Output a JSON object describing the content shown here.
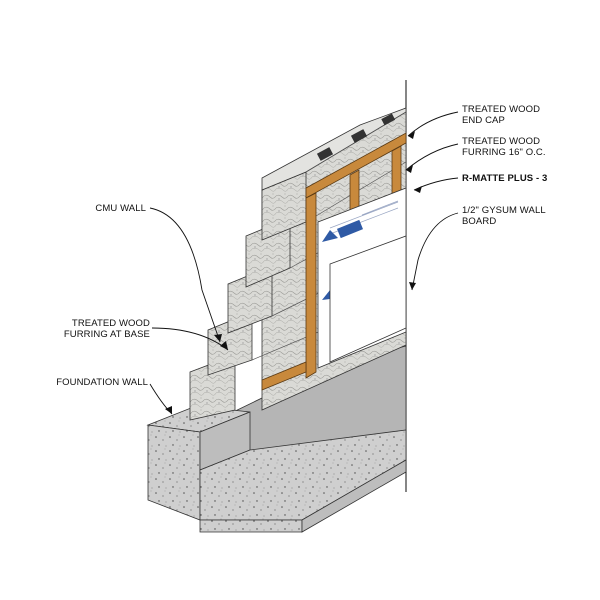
{
  "labels": {
    "treated_wood_end_cap": [
      "TREATED WOOD",
      "END CAP"
    ],
    "treated_wood_furring_oc": [
      "TREATED WOOD",
      "FURRING 16\" O.C."
    ],
    "r_matte_plus": "R-MATTE PLUS - 3",
    "gypsum_board": [
      "1/2\" GYSUM WALL",
      "BOARD"
    ],
    "cmu_wall": "CMU WALL",
    "treated_wood_furring_base": [
      "TREATED WOOD",
      "FURRING AT BASE"
    ],
    "foundation_wall": "FOUNDATION WALL"
  },
  "colors": {
    "concrete": "#c9c9c9",
    "cmu": "#d7d7d4",
    "wood": "#c8893c",
    "floor": "#b3b3b3",
    "insulation": "#ffffff",
    "brand_blue": "#2f5aa5"
  }
}
